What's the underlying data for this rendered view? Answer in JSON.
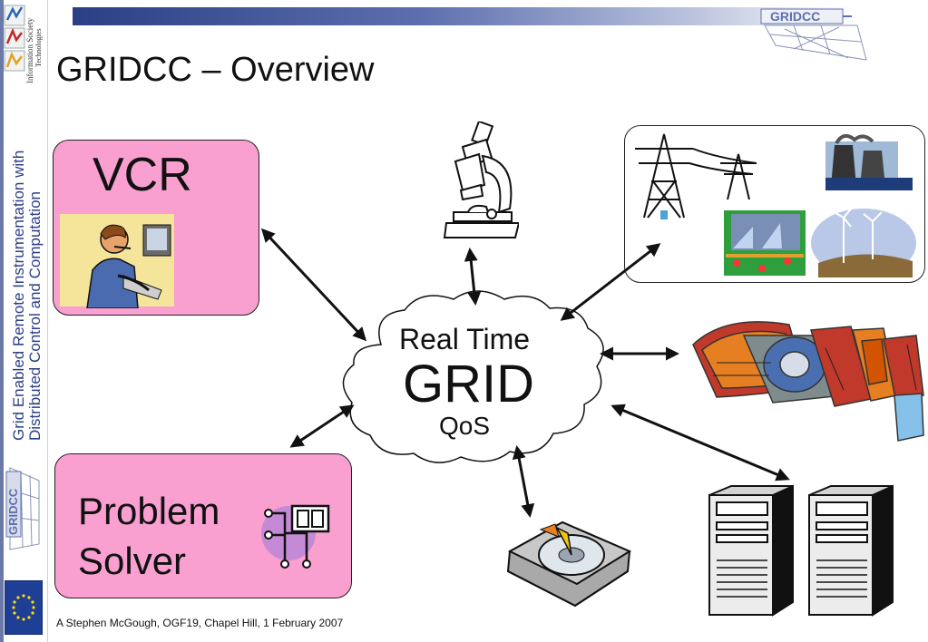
{
  "slide": {
    "title": "GRIDCC – Overview",
    "footer": "A Stephen McGough, OGF19, Chapel Hill, 1 February 2007"
  },
  "sidebar": {
    "vertical_line1": "Grid Enabled Remote Instrumentation with",
    "vertical_line2": "Distributed Control and Computation",
    "ist_line1": "Information Society",
    "ist_line2": "Technologies",
    "side_logo_text": "GRIDCC"
  },
  "header": {
    "logo_text": "GRIDCC"
  },
  "diagram": {
    "vcr_label": "VCR",
    "solver_line1": "Problem",
    "solver_line2": "Solver",
    "cloud_line1": "Real Time",
    "cloud_line2": "GRID",
    "cloud_line3": "QoS"
  },
  "colors": {
    "pink_box": "#f9a0d1",
    "top_bar": "#2b3f86",
    "eu_blue": "#1f3f96"
  },
  "icons": [
    "clerk-at-computer-icon",
    "microscope-icon",
    "power-grid-icon",
    "particle-detector-icon",
    "hard-disk-icon",
    "server-towers-icon",
    "computer-network-icon",
    "eu-flag-icon"
  ]
}
